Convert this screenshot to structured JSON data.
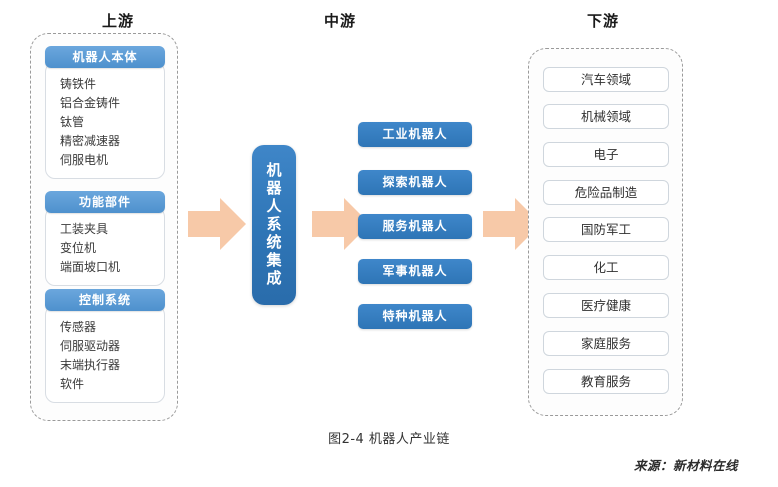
{
  "figure": {
    "caption": "图2-4 机器人产业链",
    "source": "来源：新材料在线"
  },
  "columns": {
    "upstream_header": "上游",
    "midstream_header": "中游",
    "downstream_header": "下游"
  },
  "upstream": {
    "groups": [
      {
        "title": "机器人本体",
        "items": [
          "铸铁件",
          "铝合金铸件",
          "钛管",
          "精密减速器",
          "伺服电机"
        ]
      },
      {
        "title": "功能部件",
        "items": [
          "工装夹具",
          "变位机",
          "端面坡口机"
        ]
      },
      {
        "title": "控制系统",
        "items": [
          "传感器",
          "伺服驱动器",
          "末端执行器",
          "软件"
        ]
      }
    ]
  },
  "midstream": {
    "integration_label": "机器人系统集成",
    "robot_types": [
      "工业机器人",
      "探索机器人",
      "服务机器人",
      "军事机器人",
      "特种机器人"
    ]
  },
  "downstream": {
    "fields": [
      "汽车领域",
      "机械领域",
      "电子",
      "危险品制造",
      "国防军工",
      "化工",
      "医疗健康",
      "家庭服务",
      "教育服务"
    ]
  },
  "colors": {
    "header_blue": "#5B9BD5",
    "deep_blue": "#2E75B6",
    "arrow_peach": "#F7C9A8",
    "dashed_gray": "#9A9A9A",
    "card_border": "#D8DDE3"
  }
}
